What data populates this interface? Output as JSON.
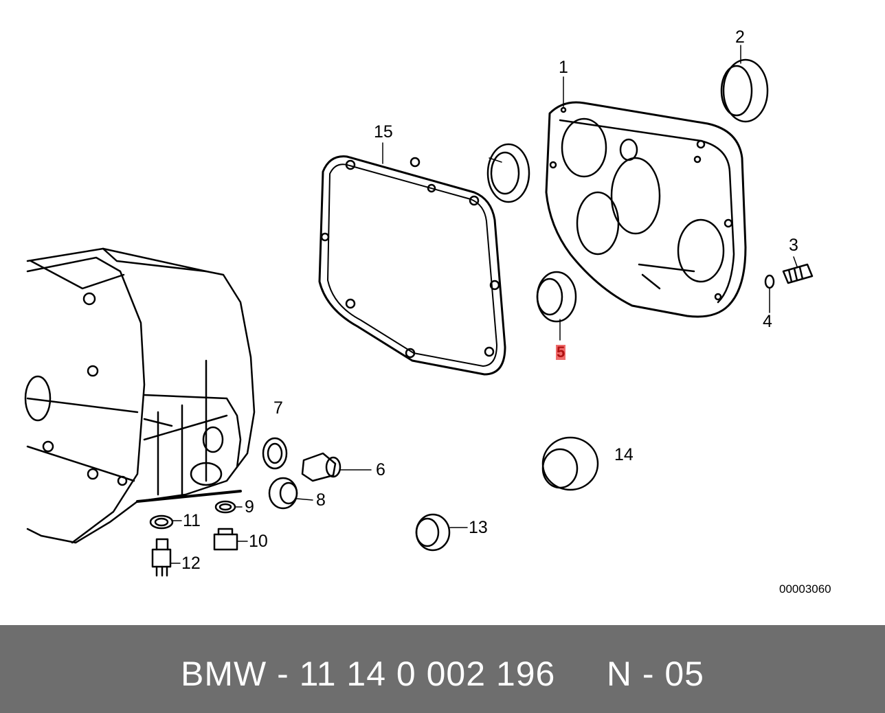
{
  "diagram": {
    "callouts": [
      {
        "id": "1",
        "label": "1"
      },
      {
        "id": "2",
        "label": "2"
      },
      {
        "id": "3",
        "label": "3"
      },
      {
        "id": "4",
        "label": "4"
      },
      {
        "id": "5",
        "label": "5",
        "highlighted": true,
        "highlight_color": "#ef6b6b"
      },
      {
        "id": "6",
        "label": "6"
      },
      {
        "id": "7",
        "label": "7"
      },
      {
        "id": "8",
        "label": "8"
      },
      {
        "id": "9",
        "label": "9"
      },
      {
        "id": "10",
        "label": "10"
      },
      {
        "id": "11",
        "label": "11"
      },
      {
        "id": "12",
        "label": "12"
      },
      {
        "id": "13",
        "label": "13"
      },
      {
        "id": "14",
        "label": "14"
      },
      {
        "id": "15",
        "label": "15"
      }
    ],
    "reference_code": "00003060"
  },
  "footer": {
    "text": "BMW - 11 14 0 002 196     N - 05",
    "background": "#6e6e6e",
    "color": "#ffffff"
  }
}
